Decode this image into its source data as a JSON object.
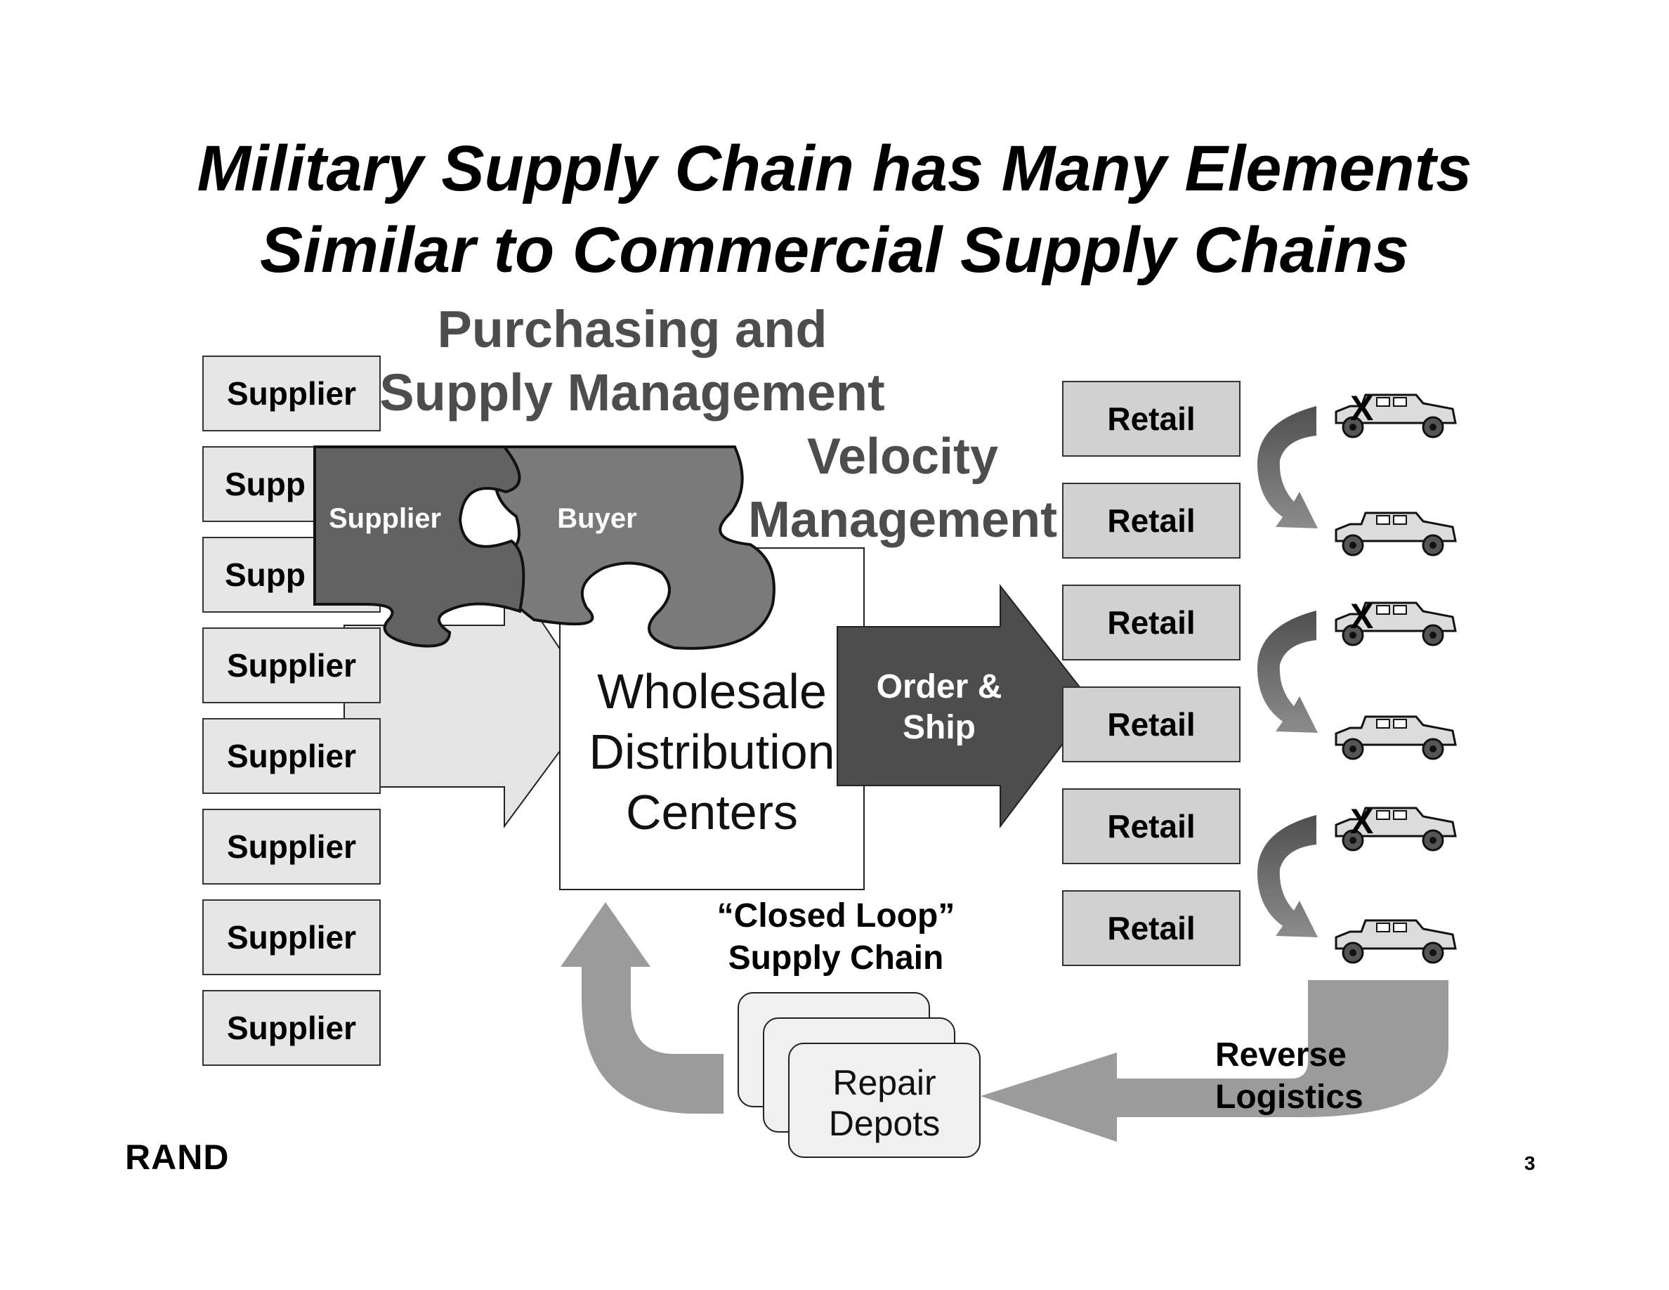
{
  "title": {
    "line1": "Military Supply Chain has Many Elements",
    "line2": "Similar to Commercial Supply Chains"
  },
  "purchasing": {
    "line1": "Purchasing and",
    "line2": "Supply Management"
  },
  "velocity": {
    "line1": "Velocity",
    "line2": "Management"
  },
  "puzzle": {
    "left": "Supplier",
    "right": "Buyer"
  },
  "suppliers": [
    "Supplier",
    "Supp",
    "Supp",
    "Supplier",
    "Supplier",
    "Supplier",
    "Supplier",
    "Supplier"
  ],
  "wholesale": {
    "line1": "Wholesale",
    "line2": "Distribution",
    "line3": "Centers"
  },
  "order_ship": {
    "line1": "Order &",
    "line2": "Ship"
  },
  "retail": [
    "Retail",
    "Retail",
    "Retail",
    "Retail",
    "Retail",
    "Retail"
  ],
  "closed_loop": {
    "line1": "“Closed Loop”",
    "line2": "Supply Chain"
  },
  "repair": {
    "line1": "Repair",
    "line2": "Depots"
  },
  "reverse": {
    "line1": "Reverse",
    "line2": "Logistics"
  },
  "x_mark": "X",
  "logo": "RAND",
  "page_number": "3",
  "icons": {
    "vehicle": "humvee-icon",
    "swap": "curved-arrow-icon"
  },
  "colors": {
    "supplier_box": "#e6e6e6",
    "retail_box": "#d1d1d1",
    "order_arrow": "#4d4d4d",
    "puzzle_dark": "#626262",
    "puzzle_light": "#7a7a7a",
    "loop_arrow": "#9b9b9b"
  }
}
